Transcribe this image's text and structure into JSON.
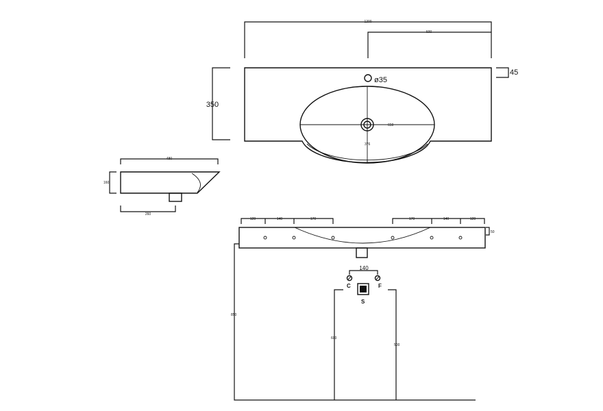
{
  "drawing": {
    "top_view": {
      "overall_width": "1200",
      "tap_offset": "600",
      "depth": "350",
      "edge_thickness": "45",
      "tap_hole": "ø35",
      "bowl_width": "650",
      "bowl_depth": "376"
    },
    "side_view": {
      "depth": "480",
      "height": "160",
      "waste_offset": "260"
    },
    "front_view": {
      "hole_spacing_left": [
        "120",
        "140",
        "170"
      ],
      "hole_spacing_right": [
        "170",
        "140",
        "120"
      ],
      "rim_height": "50",
      "floor_height": "850",
      "tap_spacing": "140",
      "waste_height": "600",
      "supply_height": "500",
      "hot_label": "C",
      "cold_label": "F",
      "waste_label": "S"
    }
  }
}
